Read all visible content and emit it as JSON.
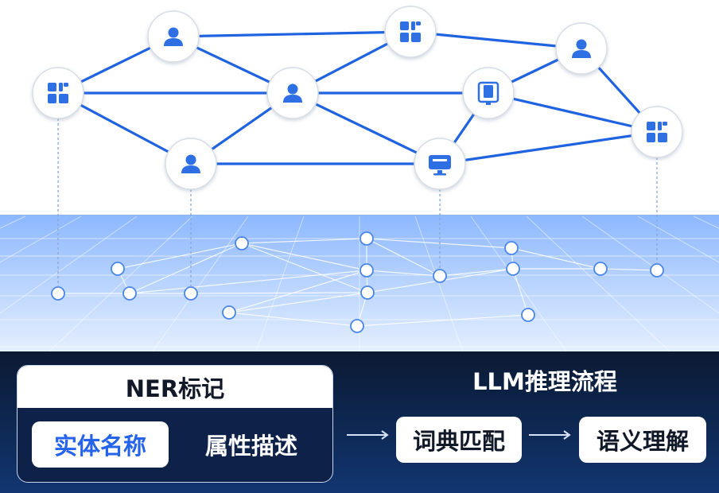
{
  "ner": {
    "title": "NER标记",
    "entity_label": "实体名称",
    "attribute_label": "属性描述"
  },
  "llm": {
    "title": "LLM推理流程",
    "step1": "词典匹配",
    "step2": "语义理解"
  },
  "colors": {
    "edge": "#1f63e0",
    "icon": "#2f6fe4",
    "node_fill": "#ffffff",
    "floor_top": "#8db8ff",
    "floor_bottom": "#d9e8ff",
    "panel": "#0e2a57"
  },
  "graph": {
    "nodes": [
      {
        "id": "n1",
        "icon": "grid-app-icon"
      },
      {
        "id": "n2",
        "icon": "person-icon"
      },
      {
        "id": "n3",
        "icon": "person-icon"
      },
      {
        "id": "n4",
        "icon": "person-icon"
      },
      {
        "id": "n5",
        "icon": "grid-app-icon"
      },
      {
        "id": "n6",
        "icon": "book-icon"
      },
      {
        "id": "n7",
        "icon": "monitor-icon"
      },
      {
        "id": "n8",
        "icon": "person-icon"
      },
      {
        "id": "n9",
        "icon": "grid-app-icon"
      }
    ],
    "edges": [
      [
        "n1",
        "n2"
      ],
      [
        "n1",
        "n3"
      ],
      [
        "n1",
        "n4"
      ],
      [
        "n2",
        "n3"
      ],
      [
        "n2",
        "n5"
      ],
      [
        "n3",
        "n4"
      ],
      [
        "n3",
        "n5"
      ],
      [
        "n3",
        "n6"
      ],
      [
        "n3",
        "n7"
      ],
      [
        "n4",
        "n7"
      ],
      [
        "n5",
        "n8"
      ],
      [
        "n6",
        "n7"
      ],
      [
        "n6",
        "n8"
      ],
      [
        "n6",
        "n9"
      ],
      [
        "n7",
        "n9"
      ],
      [
        "n8",
        "n9"
      ]
    ],
    "projections": [
      "n1",
      "n4",
      "n7",
      "n9"
    ]
  }
}
